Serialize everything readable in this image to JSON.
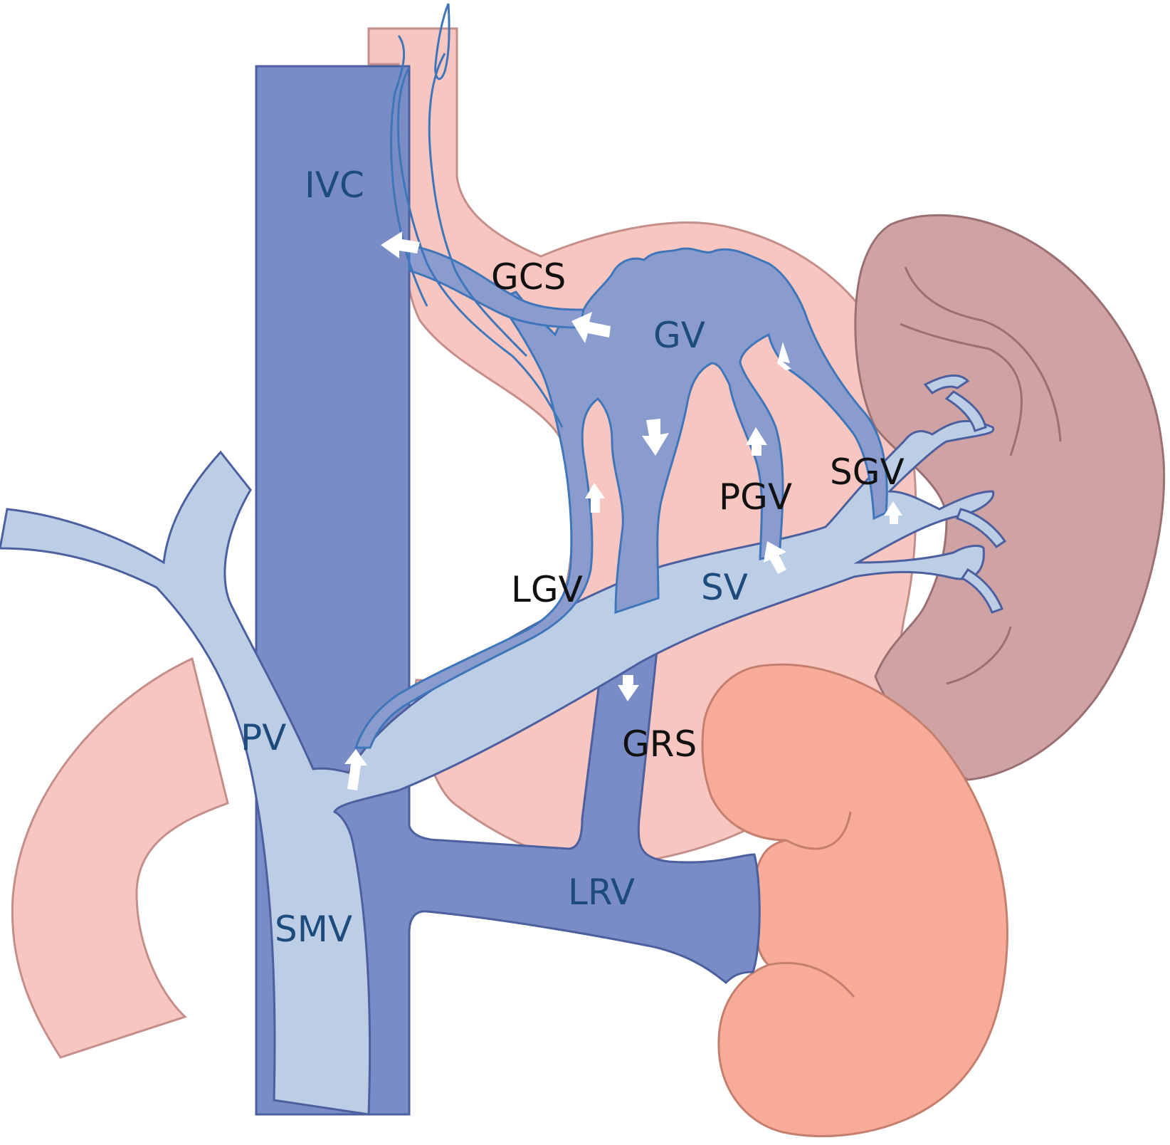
{
  "diagram": {
    "labels": {
      "ivc": "IVC",
      "gcs": "GCS",
      "gv": "GV",
      "sgv": "SGV",
      "pgv": "PGV",
      "lgv": "LGV",
      "sv": "SV",
      "grs": "GRS",
      "pv": "PV",
      "lrv": "LRV",
      "smv": "SMV"
    },
    "colors": {
      "stomach": "#f8c6c0",
      "stomach_outline": "#c48e8a",
      "spleen": "#cfa2a3",
      "spleen_outline": "#9a7072",
      "kidney": "#f7ab98",
      "kidney_outline": "#c47f6e",
      "ivc_lrv": "#7a8cc5",
      "vein_outline": "#4c5f9e",
      "portal_system": "#bccde6",
      "varix": "#8a9ccd",
      "varix_outline": "#3f76ba",
      "arrow": "#ffffff",
      "label_vein": "#1d4c7c",
      "label_black": "#111111"
    }
  }
}
